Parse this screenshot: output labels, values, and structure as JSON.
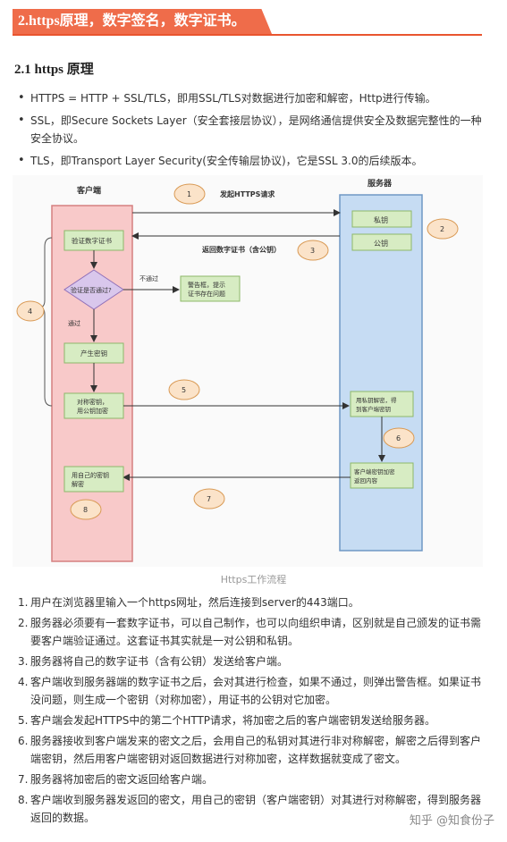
{
  "title": "2.https原理，数字签名，数字证书。",
  "section_heading": "2.1 https 原理",
  "bullets": [
    "HTTPS = HTTP + SSL/TLS，即用SSL/TLS对数据进行加密和解密，Http进行传输。",
    "SSL，即Secure Sockets Layer（安全套接层协议），是网络通信提供安全及数据完整性的一种安全协议。",
    "TLS，即Transport Layer Security(安全传输层协议)，它是SSL 3.0的后续版本。"
  ],
  "diagram": {
    "client_label": "客户端",
    "server_label": "服务器",
    "private_key": "私钥",
    "public_key": "公钥",
    "verify_cert": "验证数字证书",
    "verify_pass_q": "验证是否通过?",
    "not_pass": "不通过",
    "warning_line1": "警告框，提示",
    "warning_line2": "证书存在问题",
    "pass": "通过",
    "gen_key": "产生密钥",
    "encrypt_line1": "对称密钥，",
    "encrypt_line2": "用公钥加密",
    "decrypt_line1": "用私钥解密，得",
    "decrypt_line2": "到客户端密钥",
    "server_enc_line1": "客户端密钥加密",
    "server_enc_line2": "返回内容",
    "client_dec_line1": "用自己的密钥",
    "client_dec_line2": "解密",
    "arrow1_label": "发起HTTPS请求",
    "arrow3_label": "返回数字证书（含公钥）",
    "n1": "1",
    "n2": "2",
    "n3": "3",
    "n4": "4",
    "n5": "5",
    "n6": "6",
    "n7": "7",
    "n8": "8"
  },
  "caption": "Https工作流程",
  "steps": [
    {
      "n": "1.",
      "text": "用户在浏览器里输入一个https网址，然后连接到server的443端口。"
    },
    {
      "n": "2.",
      "text": "服务器必须要有一套数字证书，可以自己制作，也可以向组织申请，区别就是自己颁发的证书需要客户端验证通过。这套证书其实就是一对公钥和私钥。"
    },
    {
      "n": "3.",
      "text": "服务器将自己的数字证书（含有公钥）发送给客户端。"
    },
    {
      "n": "4.",
      "text": "客户端收到服务器端的数字证书之后，会对其进行检查，如果不通过，则弹出警告框。如果证书没问题，则生成一个密钥（对称加密），用证书的公钥对它加密。"
    },
    {
      "n": "5.",
      "text": "客户端会发起HTTPS中的第二个HTTP请求，将加密之后的客户端密钥发送给服务器。"
    },
    {
      "n": "6.",
      "text": "服务器接收到客户端发来的密文之后，会用自己的私钥对其进行非对称解密，解密之后得到客户端密钥，然后用客户端密钥对返回数据进行对称加密，这样数据就变成了密文。"
    },
    {
      "n": "7.",
      "text": "服务器将加密后的密文返回给客户端。"
    },
    {
      "n": "8.",
      "text": "客户端收到服务器发返回的密文，用自己的密钥（客户端密钥）对其进行对称解密，得到服务器返回的数据。"
    }
  ],
  "watermark": "知乎 @知食份子"
}
